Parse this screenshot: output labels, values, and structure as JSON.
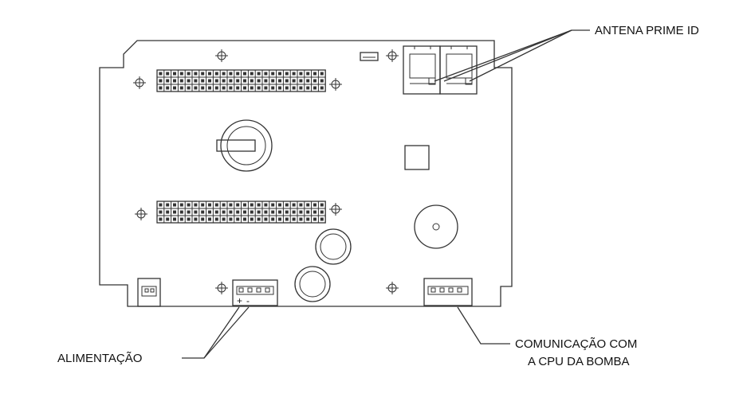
{
  "callouts": {
    "antena": "ANTENA PRIME ID",
    "alimentacao": "ALIMENTAÇÃO",
    "comunicacao_line1": "COMUNICAÇÃO COM",
    "comunicacao_line2": "A CPU DA BOMBA"
  },
  "board": {
    "polarity_plus": "+",
    "polarity_minus": "-",
    "header_pins": 24,
    "header_rows": 3
  }
}
